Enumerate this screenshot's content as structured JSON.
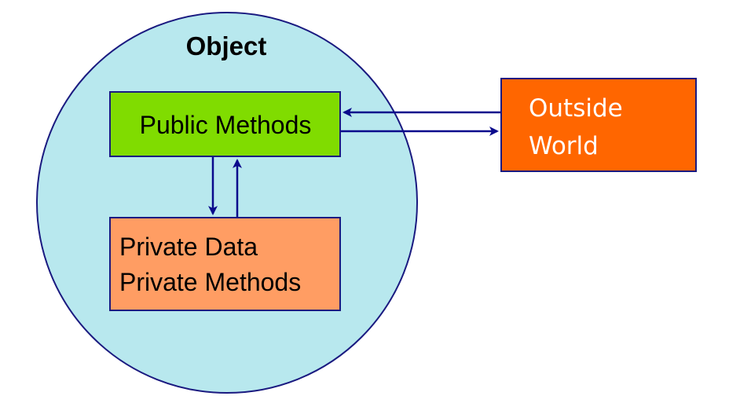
{
  "object": {
    "title": "Object",
    "fill": "#b8e8ee",
    "stroke": "#1a1a80"
  },
  "public_methods": {
    "label": "Public Methods",
    "fill": "#80dc00"
  },
  "private_box": {
    "line1": "Private Data",
    "line2": "Private Methods",
    "fill": "#ff9d63"
  },
  "outside_world": {
    "line1": "Outside",
    "line2": "World",
    "fill": "#ff6600"
  },
  "arrow_color": "#0a0a8c"
}
